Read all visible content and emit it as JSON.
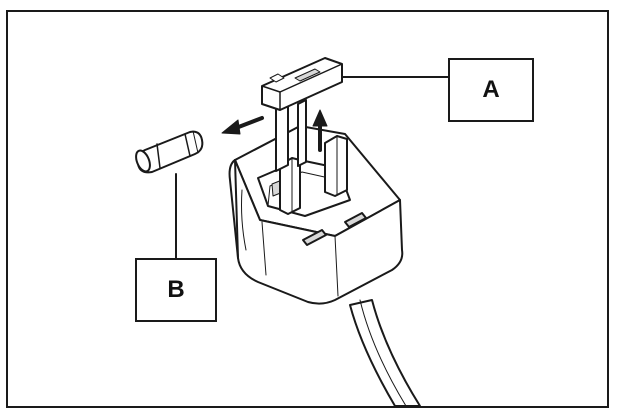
{
  "callouts": {
    "a": {
      "label": "A",
      "target": "fuse-cover"
    },
    "b": {
      "label": "B",
      "target": "fuse"
    }
  },
  "colors": {
    "line": "#1a1a1a",
    "fill": "#ffffff",
    "shade": "#d8d8d8"
  }
}
